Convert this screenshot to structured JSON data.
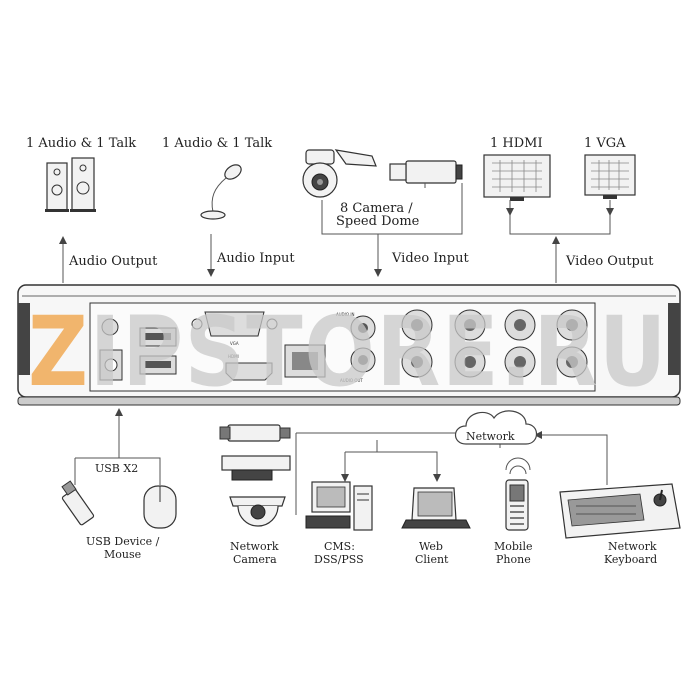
{
  "top_labels": {
    "audio_talk_left": "1 Audio  & 1 Talk",
    "audio_talk_right": "1 Audio & 1 Talk",
    "camera_line1": "8 Camera /",
    "camera_line2": "Speed Dome",
    "hdmi": "1 HDMI",
    "vga": "1 VGA"
  },
  "connection_labels": {
    "audio_output": "Audio  Output",
    "audio_input": "Audio  Input",
    "video_input": "Video Input",
    "video_output": "Video Output"
  },
  "panel_labels": {
    "vga": "VGA",
    "hdmi": "HDMI",
    "audio_in": "AUDIO IN",
    "audio_out": "AUDIO OUT"
  },
  "bottom_labels": {
    "usb_x2": "USB X2",
    "usb_device_line1": "USB Device /",
    "usb_device_line2": "Mouse",
    "network": "Network",
    "network_camera_line1": "Network",
    "network_camera_line2": "Camera",
    "cms_line1": "CMS:",
    "cms_line2": "DSS/PSS",
    "web_client_line1": "Web",
    "web_client_line2": "Client",
    "mobile_phone_line1": "Mobile",
    "mobile_phone_line2": "Phone",
    "network_keyboard_line1": "Network",
    "network_keyboard_line2": "Keyboard"
  },
  "watermark": {
    "text": "ZIPSTORE.RU",
    "accent_color": "#f0a040",
    "gray_color": "#c9c9c9"
  },
  "icons": [
    "speaker-icon",
    "microphone-icon",
    "speed-dome-icon",
    "bullet-camera-icon",
    "monitor-icon",
    "usb-flash-icon",
    "mouse-icon",
    "ip-camera-icon",
    "desktop-pc-icon",
    "laptop-icon",
    "mobile-phone-icon",
    "ptz-keyboard-icon",
    "cloud-icon"
  ]
}
